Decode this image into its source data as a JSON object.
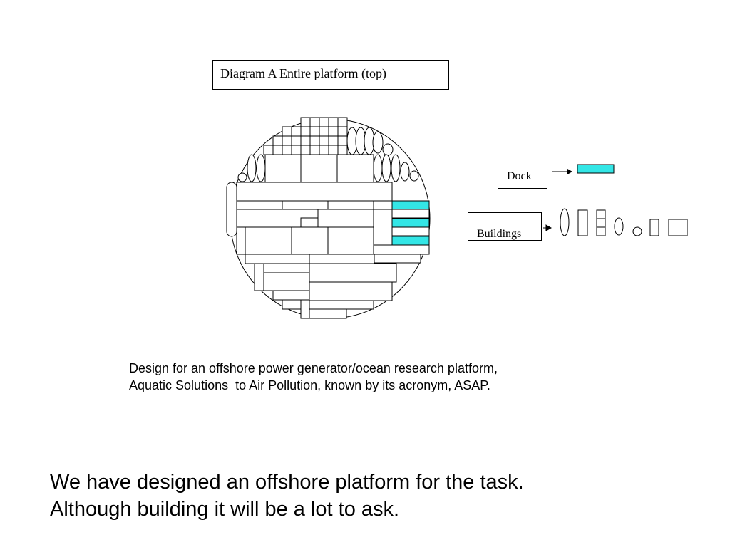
{
  "diagram": {
    "title": "Diagram A Entire platform (top)",
    "dock_label": "Dock",
    "buildings_label": "Buildings",
    "colors": {
      "stroke": "#000000",
      "dock_accent": "#33e6e6",
      "background": "#ffffff"
    }
  },
  "caption": {
    "line1": "Design for an offshore power generator/ocean research platform,",
    "line2": "Aquatic Solutions  to Air Pollution, known by its acronym, ASAP."
  },
  "verse": {
    "line1": "We have designed an offshore platform for the task.",
    "line2": "Although building it will be a lot to ask."
  }
}
